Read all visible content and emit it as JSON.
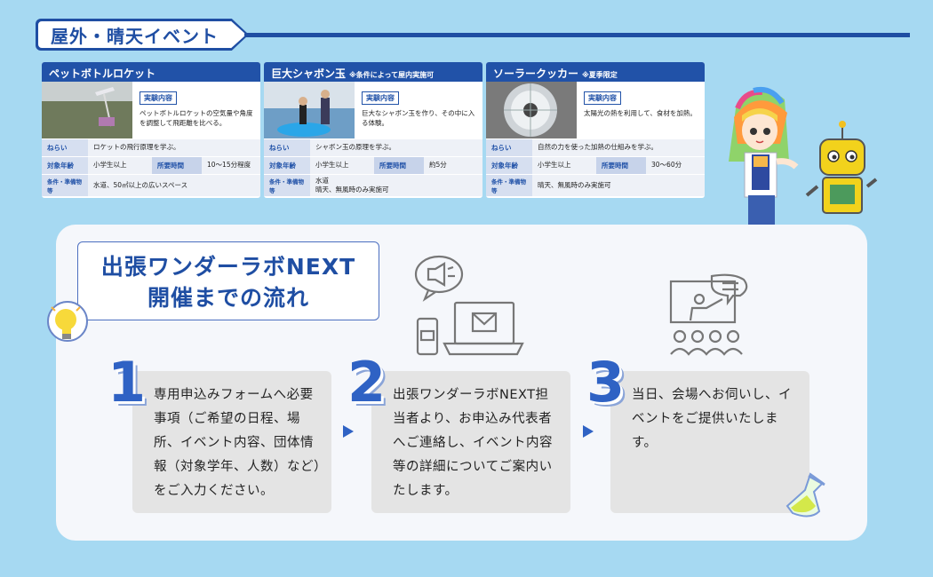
{
  "section": {
    "title": "屋外・晴天イベント"
  },
  "cards": [
    {
      "title": "ペットボトルロケット",
      "note": "",
      "tag": "実験内容",
      "desc": "ペットボトルロケットの空気量や角度を調整して飛距離を比べる。",
      "aim_label": "ねらい",
      "aim": "ロケットの飛行原理を学ぶ。",
      "age_label": "対象年齢",
      "age": "小学生以上",
      "time_label": "所要時間",
      "time": "10〜15分程度",
      "cond_label": "条件・準備物等",
      "cond": "水道、50㎡以上の広いスペース"
    },
    {
      "title": "巨大シャボン玉",
      "note": "※条件によって屋内実施可",
      "tag": "実験内容",
      "desc": "巨大なシャボン玉を作り、その中に入る体験。",
      "aim_label": "ねらい",
      "aim": "シャボン玉の原理を学ぶ。",
      "age_label": "対象年齢",
      "age": "小学生以上",
      "time_label": "所要時間",
      "time": "約5分",
      "cond_label": "条件・準備物等",
      "cond": "水道\n晴天、無風時のみ実施可"
    },
    {
      "title": "ソーラークッカー",
      "note": "※夏季限定",
      "tag": "実験内容",
      "desc": "太陽光の熱を利用して、食材を加熱。",
      "aim_label": "ねらい",
      "aim": "自然の力を使った加熱の仕組みを学ぶ。",
      "age_label": "対象年齢",
      "age": "小学生以上",
      "time_label": "所要時間",
      "time": "30〜60分",
      "cond_label": "条件・準備物等",
      "cond": "晴天、無風時のみ実施可"
    }
  ],
  "flow": {
    "title_line1": "出張ワンダーラボNEXT",
    "title_line2": "開催までの流れ",
    "steps": [
      {
        "num": "1",
        "text": "専用申込みフォームへ必要事項（ご希望の日程、場所、イベント内容、団体情報（対象学年、人数）など）をご入力ください。"
      },
      {
        "num": "2",
        "text": "出張ワンダーラボNEXT担当者より、お申込み代表者へご連絡し、イベント内容等の詳細についてご案内いたします。"
      },
      {
        "num": "3",
        "text": "当日、会場へお伺いし、イベントをご提供いたします。"
      }
    ]
  },
  "colors": {
    "background": "#a6d9f2",
    "brand_blue": "#1f4ea3",
    "step_gray": "#e4e4e4"
  }
}
